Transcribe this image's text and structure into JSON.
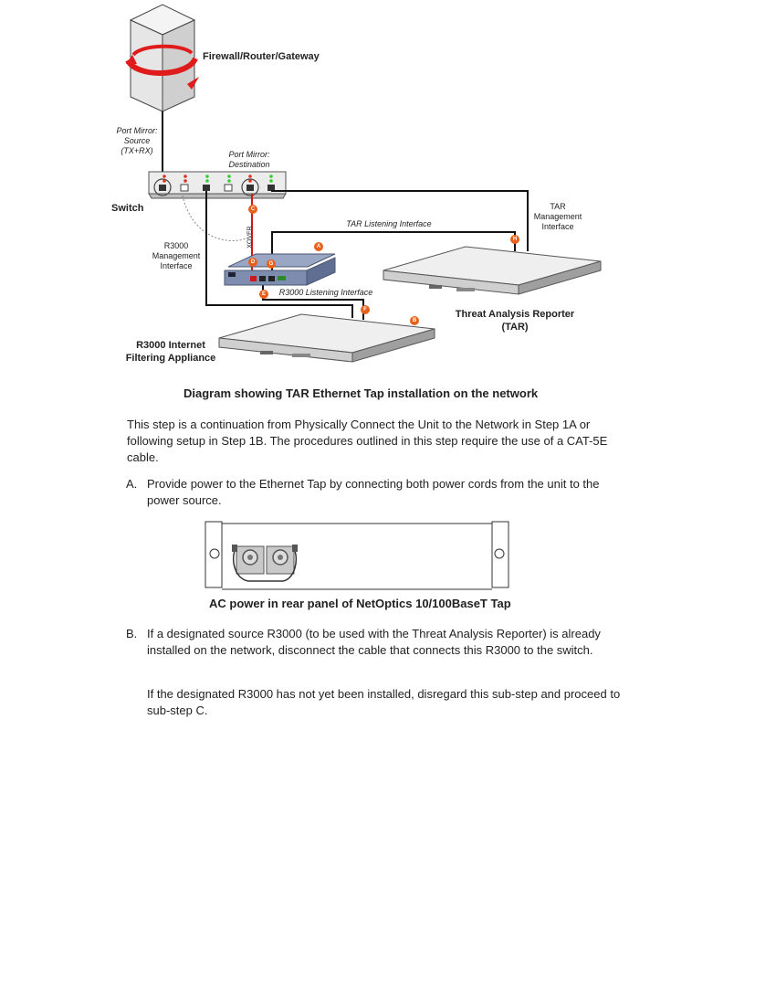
{
  "diagram": {
    "labels": {
      "firewall": "Firewall/Router/Gateway",
      "port_mirror_source": "Port Mirror:\nSource\n(TX+RX)",
      "port_mirror_destination": "Port Mirror:\nDestination",
      "switch": "Switch",
      "tar_management": "TAR\nManagement\nInterface",
      "tar_listening": "TAR Listening Interface",
      "r3000_management": "R3000\nManagement\nInterface",
      "r3000_listening": "R3000 Listening Interface",
      "crossover": "XOVER",
      "tar_device": "Threat Analysis Reporter\n(TAR)",
      "r3000_device": "R3000 Internet\nFiltering Appliance"
    },
    "callouts": [
      "A",
      "B",
      "C",
      "D",
      "E",
      "F",
      "G",
      "H"
    ],
    "accent_color": "#e8601c",
    "caption": "Diagram showing TAR Ethernet Tap installation on the network"
  },
  "intro": "This step is a continuation from Physically Connect the Unit to the Network in Step 1A or following setup in Step 1B. The procedures outlined in this step require the use of a CAT-5E cable.",
  "steps": [
    {
      "marker": "A.",
      "text": "Provide power to the Ethernet Tap by connecting both power cords from the unit to the power source."
    },
    {
      "marker": "B.",
      "text": "If a designated source R3000 (to be used with the Threat Analysis Reporter) is already installed on the network, disconnect the cable that connects this R3000 to the switch.",
      "note": "If the designated R3000 has not yet been installed, disregard this sub-step and proceed to sub-step C."
    }
  ],
  "power_figure": {
    "caption": "AC power in rear panel of NetOptics 10/100BaseT Tap"
  }
}
